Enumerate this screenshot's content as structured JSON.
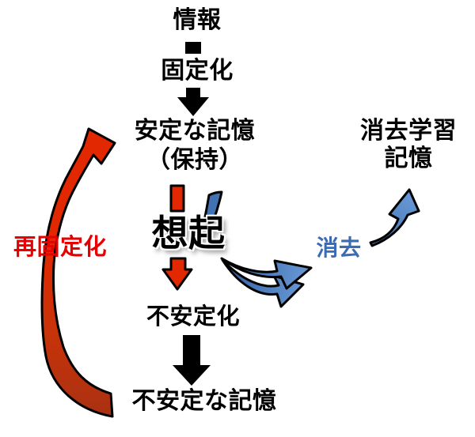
{
  "diagram": {
    "nodes": {
      "information": "情報",
      "consolidation": "固定化",
      "stable_memory_line1": "安定な記憶",
      "stable_memory_line2": "（保持）",
      "recall": "想起",
      "destabilization": "不安定化",
      "unstable_memory": "不安定な記憶",
      "reconsolidation": "再固定化",
      "extinction": "消去",
      "extinction_memory_line1": "消去学習",
      "extinction_memory_line2": "記憶"
    },
    "colors": {
      "black": "#000000",
      "red": "#e22800",
      "red_dark": "#a93112",
      "red_mid": "#c93309",
      "red_text": "#e60000",
      "blue": "#4173b2",
      "blue_dark": "#2f5fa0",
      "blue_light": "#6b9bd8",
      "blue_text": "#3a6cb6",
      "outline": "#000000"
    },
    "arrows": [
      {
        "name": "information-to-consolidation-arrow",
        "color": "#000000",
        "style": "thick straight down"
      },
      {
        "name": "consolidation-to-stable-memory-arrow",
        "color": "#000000",
        "style": "thick straight down"
      },
      {
        "name": "recall-red-down-arrow",
        "color": "#e22800",
        "style": "straight down through 想起"
      },
      {
        "name": "recall-blue-segment",
        "color": "#4173b2",
        "style": "curved segment from stable memory"
      },
      {
        "name": "destabilization-to-unstable-memory-arrow",
        "color": "#000000",
        "style": "thick straight down"
      },
      {
        "name": "reconsolidation-curved-arrow",
        "color": "#e22800",
        "style": "large C-curve from unstable memory back to stable memory"
      },
      {
        "name": "extinction-swoosh-upper-arrow",
        "color": "#4173b2",
        "style": "curved up-right toward 消去"
      },
      {
        "name": "extinction-swoosh-lower-arrow",
        "color": "#4173b2",
        "style": "curved up-right toward 消去"
      },
      {
        "name": "extinction-to-memory-arrow",
        "color": "#4173b2",
        "style": "curved up toward 消去学習記憶"
      }
    ]
  }
}
